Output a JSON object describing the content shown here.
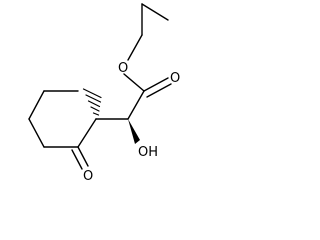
{
  "atoms": {
    "ester_O": "O",
    "carbonyl_O": "O",
    "hydroxyl": "OH",
    "ketone_O": "O"
  },
  "colors": {
    "stroke": "#000000",
    "background": "#ffffff"
  }
}
